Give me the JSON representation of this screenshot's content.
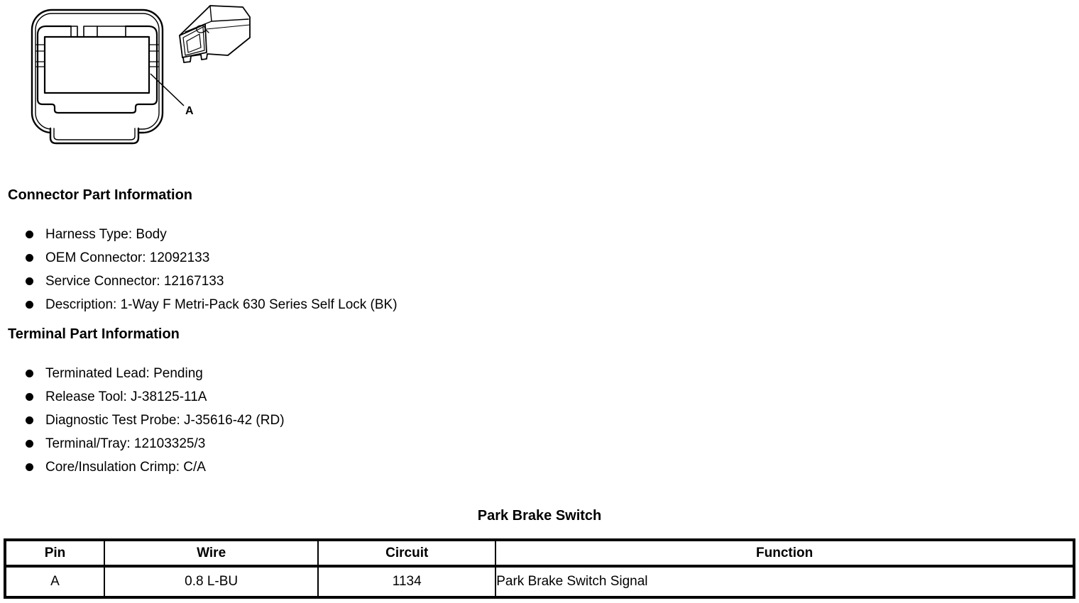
{
  "colors": {
    "ink": "#000000",
    "paper": "#ffffff"
  },
  "icons": {
    "bullet": "filled-circle"
  },
  "diagram": {
    "callout_label": "A"
  },
  "sections": [
    {
      "heading": "Connector Part Information",
      "items": [
        "Harness Type: Body",
        "OEM Connector: 12092133",
        "Service Connector: 12167133",
        "Description: 1-Way F Metri-Pack 630 Series Self Lock (BK)"
      ]
    },
    {
      "heading": "Terminal Part Information",
      "items": [
        "Terminated Lead: Pending",
        "Release Tool: J-38125-11A",
        "Diagnostic Test Probe: J-35616-42 (RD)",
        "Terminal/Tray: 12103325/3",
        "Core/Insulation Crimp: C/A"
      ]
    }
  ],
  "table": {
    "title": "Park Brake Switch",
    "columns": [
      "Pin",
      "Wire",
      "Circuit",
      "Function"
    ],
    "rows": [
      [
        "A",
        "0.8 L-BU",
        "1134",
        "Park Brake Switch Signal"
      ]
    ]
  }
}
